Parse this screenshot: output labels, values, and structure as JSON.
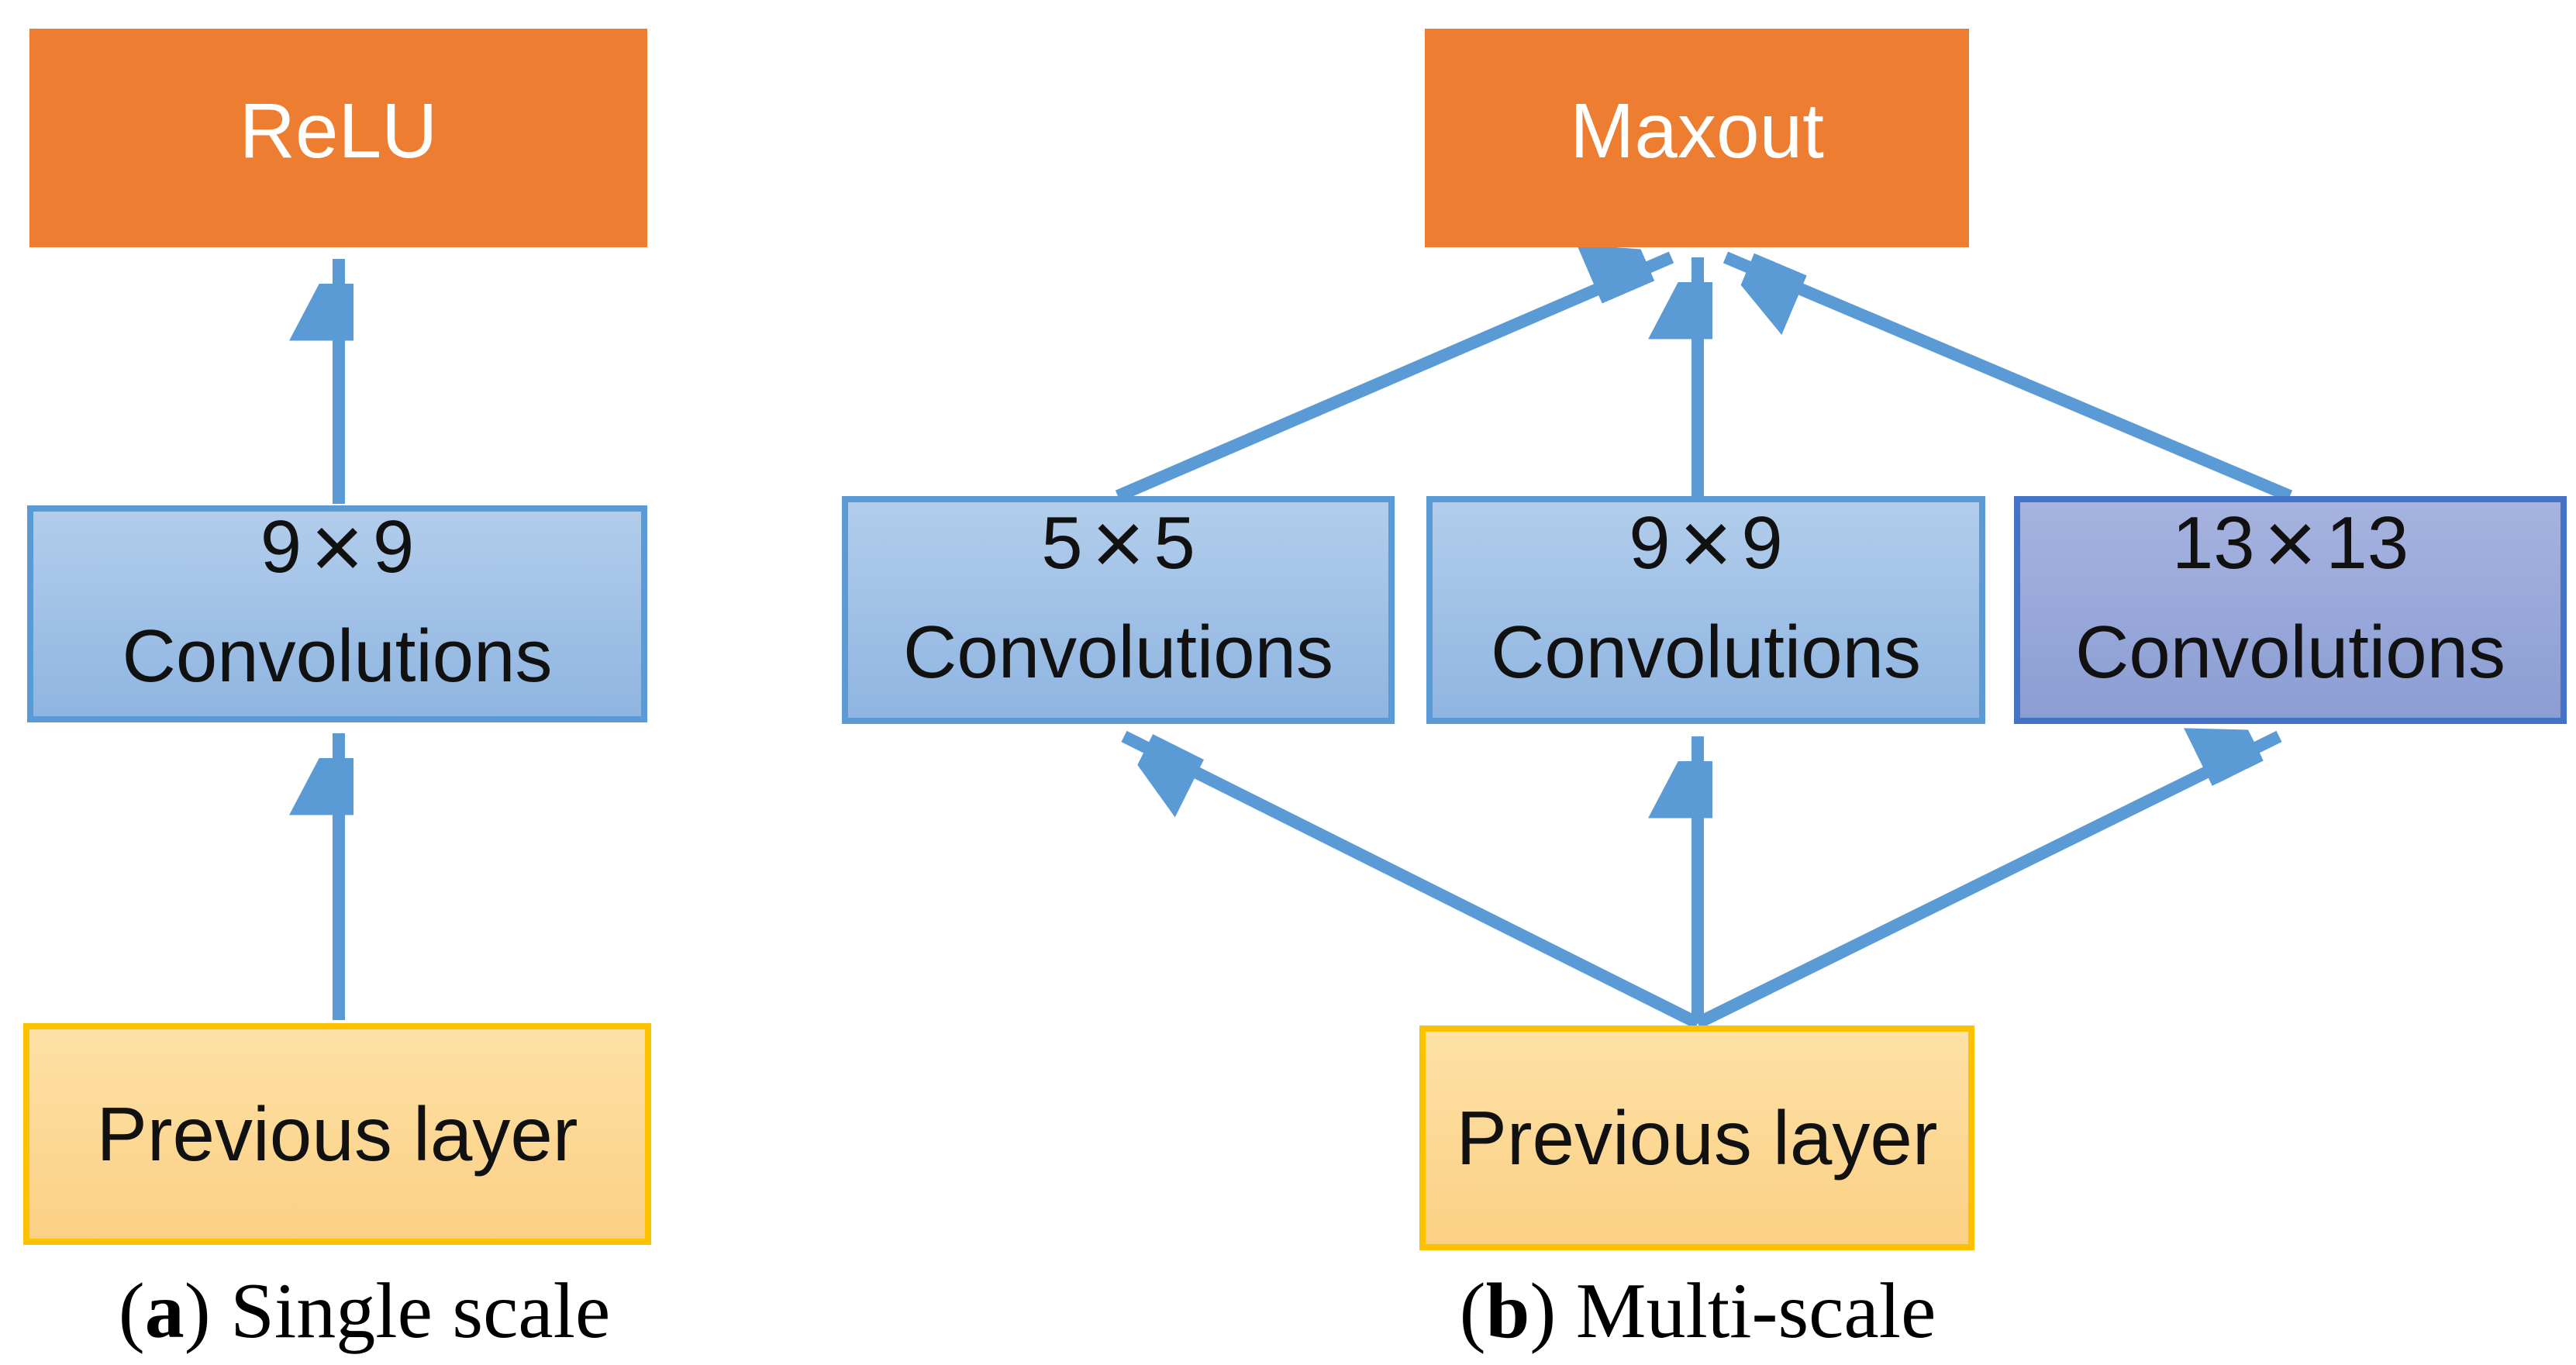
{
  "figure": {
    "panel_a": {
      "caption": {
        "open": "(",
        "letter": "a",
        "rest": ") Single scale"
      },
      "relu": {
        "label": "ReLU"
      },
      "conv9": {
        "kernel": [
          "9",
          "×",
          "9"
        ],
        "word": "Convolutions"
      },
      "prev": {
        "label": "Previous layer"
      }
    },
    "panel_b": {
      "caption": {
        "open": "(",
        "letter": "b",
        "rest": ") Multi-scale"
      },
      "maxout": {
        "label": "Maxout"
      },
      "conv5": {
        "kernel": [
          "5",
          "×",
          "5"
        ],
        "word": "Convolutions"
      },
      "conv9": {
        "kernel": [
          "9",
          "×",
          "9"
        ],
        "word": "Convolutions"
      },
      "conv13": {
        "kernel": [
          "13",
          "×",
          "13"
        ],
        "word": "Convolutions"
      },
      "prev": {
        "label": "Previous layer"
      }
    },
    "colors": {
      "orange": "#EC7D31",
      "arrow_blue": "#5B9BD5",
      "blue_border": "#5B9BD5",
      "blue_top": "#B2CDEB",
      "blue_bottom": "#8FB5E1",
      "purple_border": "#4472C4",
      "purple_top": "#A6B3E0",
      "purple_bottom": "#8B9DD3",
      "yellow_border": "#FDC100",
      "yellow_top": "#FDE1A6",
      "yellow_bottom": "#FCD084",
      "ink": "#111111"
    }
  }
}
